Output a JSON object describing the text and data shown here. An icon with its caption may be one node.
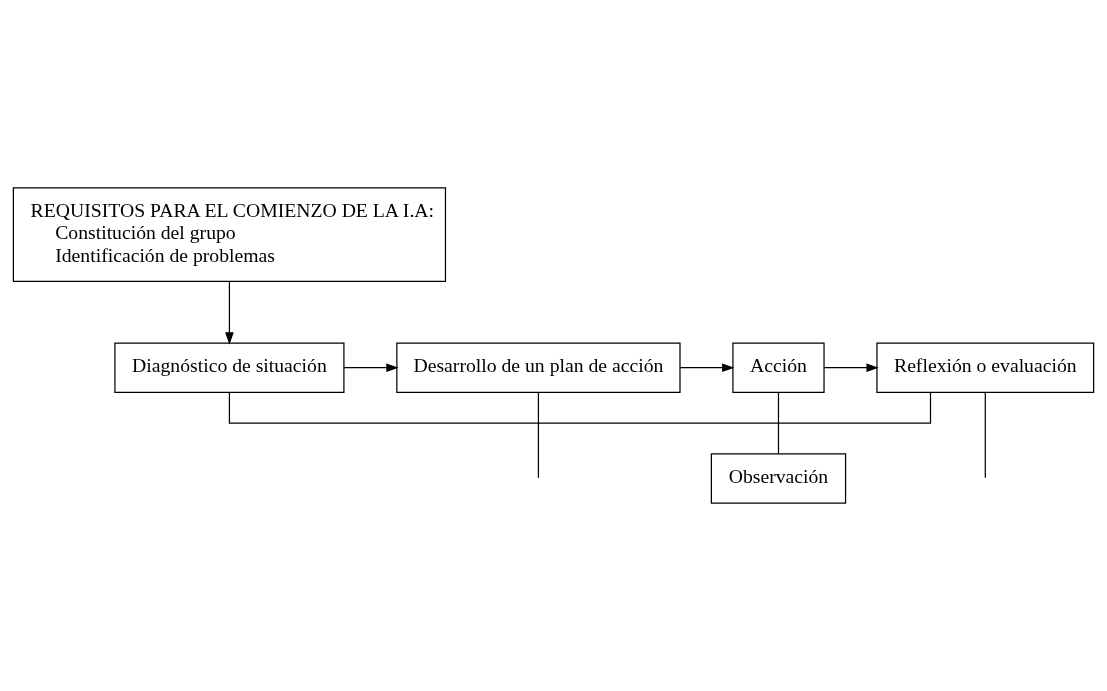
{
  "diagram": {
    "nodes": [
      {
        "text": [
          "REQUISITOS PARA EL COMIENZO DE LA I.A:",
          "Constitución del grupo",
          "Identificación de problemas"
        ]
      },
      {
        "text": [
          "Diagnóstico de situación"
        ]
      },
      {
        "text": [
          "Desarrollo de un plan de acción"
        ]
      },
      {
        "text": [
          "Acción"
        ]
      },
      {
        "text": [
          "Reflexión o evaluación"
        ]
      },
      {
        "text": [
          "Observación"
        ]
      }
    ],
    "edges": [
      {
        "from": 0,
        "to": 1,
        "arrow": "to"
      },
      {
        "from": 1,
        "to": 4,
        "arrow": "none"
      },
      {
        "from": 1,
        "to": 2,
        "arrow": "to"
      },
      {
        "from": 2,
        "to": 3,
        "arrow": "to"
      },
      {
        "from": 3,
        "to": 4,
        "arrow": "to"
      },
      {
        "from": 3,
        "to": 5,
        "arrow": "none"
      },
      {
        "from": 2,
        "to": null,
        "arrow": "none"
      },
      {
        "from": 4,
        "to": null,
        "arrow": "none"
      }
    ]
  }
}
